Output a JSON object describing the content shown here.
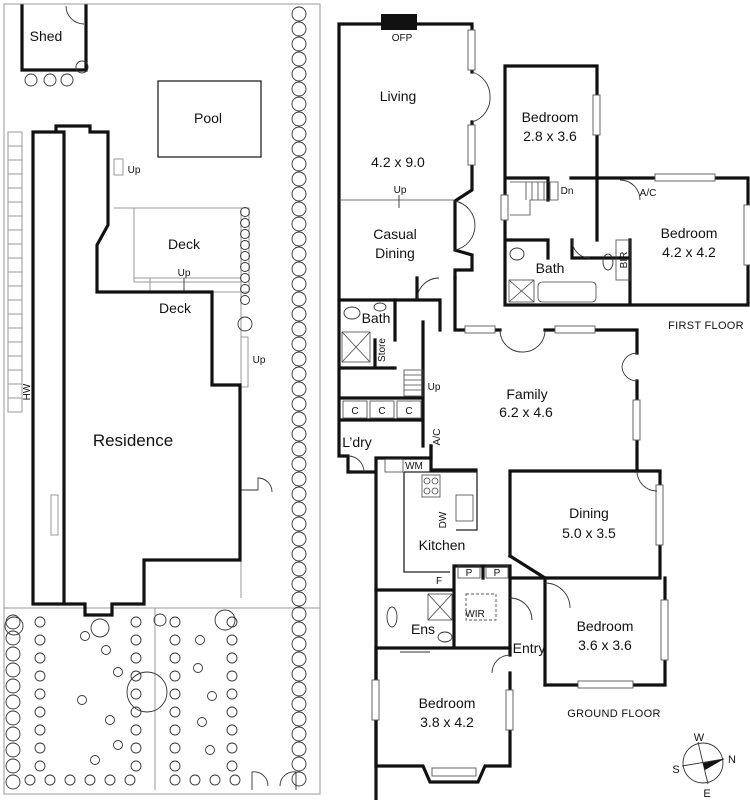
{
  "site": {
    "shed": "Shed",
    "pool": "Pool",
    "deck_upper": "Deck",
    "deck_lower": "Deck",
    "up_1": "Up",
    "up_2": "Up",
    "up_3": "Up",
    "residence": "Residence",
    "hw": "HW"
  },
  "first_floor": {
    "caption": "FIRST FLOOR",
    "bedroom_a_name": "Bedroom",
    "bedroom_a_size": "2.8 x 3.6",
    "bedroom_b_name": "Bedroom",
    "bedroom_b_size": "4.2 x 4.2",
    "bath": "Bath",
    "bir": "BIR",
    "dn": "Dn",
    "ac": "A/C"
  },
  "ground_floor": {
    "caption": "GROUND FLOOR",
    "ofp": "OFP",
    "living_name": "Living",
    "living_size": "4.2 x 9.0",
    "up_stair": "Up",
    "casual_dining_1": "Casual",
    "casual_dining_2": "Dining",
    "bath": "Bath",
    "store": "Store",
    "up_laundry": "Up",
    "cupboard_1": "C",
    "cupboard_2": "C",
    "cupboard_3": "C",
    "laundry": "L’dry",
    "ac": "A/C",
    "wm": "WM",
    "family_name": "Family",
    "family_size": "6.2 x 4.6",
    "dw": "DW",
    "kitchen": "Kitchen",
    "fridge": "F",
    "pantry_1": "P",
    "pantry_2": "P",
    "wir": "WIR",
    "ens": "Ens",
    "dining_name": "Dining",
    "dining_size": "5.0 x 3.5",
    "bedroom_c_name": "Bedroom",
    "bedroom_c_size": "3.6 x 3.6",
    "entry": "Entry",
    "bedroom_d_name": "Bedroom",
    "bedroom_d_size": "3.8 x 4.2"
  },
  "compass": {
    "w": "W",
    "n": "N",
    "e": "E",
    "s": "S"
  }
}
